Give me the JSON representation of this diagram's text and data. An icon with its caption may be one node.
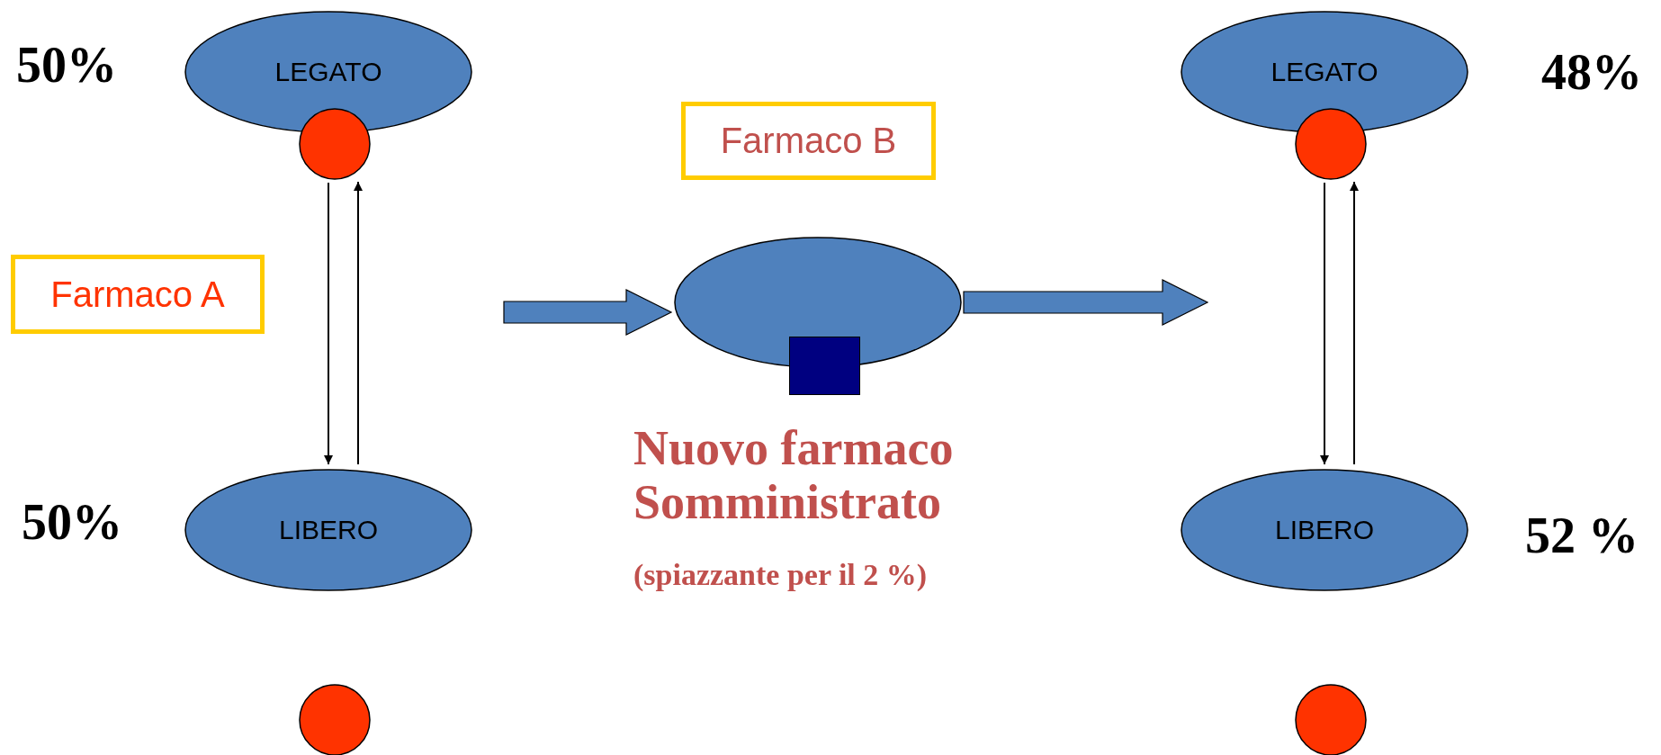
{
  "diagram": {
    "nodes": [
      {
        "text": [
          "LEGATO"
        ],
        "beside": [
          "50%"
        ]
      },
      {
        "text": [],
        "shape": "circle"
      },
      {
        "text": [
          "Farmaco A"
        ]
      },
      {
        "text": [
          "LIBERO"
        ],
        "beside": [
          "50%"
        ]
      },
      {
        "text": [],
        "shape": "circle"
      },
      {
        "text": [
          "Farmaco B"
        ]
      },
      {
        "text": [],
        "shape": "ellipse"
      },
      {
        "text": [],
        "shape": "box"
      },
      {
        "text": [
          "LEGATO"
        ],
        "beside": [
          "48%"
        ]
      },
      {
        "text": [],
        "shape": "circle"
      },
      {
        "text": [
          "LIBERO"
        ],
        "beside": [
          "52 %"
        ]
      },
      {
        "text": [],
        "shape": "circle"
      }
    ],
    "edges": [
      {
        "from": 1,
        "to": 3,
        "arrow": "to"
      },
      {
        "from": 3,
        "to": 1,
        "arrow": "to"
      },
      {
        "from": null,
        "to": 6,
        "arrow": "to",
        "style": "thick",
        "color": "#4f81bd"
      },
      {
        "from": 6,
        "to": null,
        "arrow": "to",
        "style": "thick",
        "color": "#4f81bd"
      },
      {
        "from": 9,
        "to": 10,
        "arrow": "to"
      },
      {
        "from": 10,
        "to": 9,
        "arrow": "to"
      }
    ],
    "labels": [
      "Nuovo farmaco Somministrato",
      "(spiazzante per il 2 %)"
    ]
  }
}
